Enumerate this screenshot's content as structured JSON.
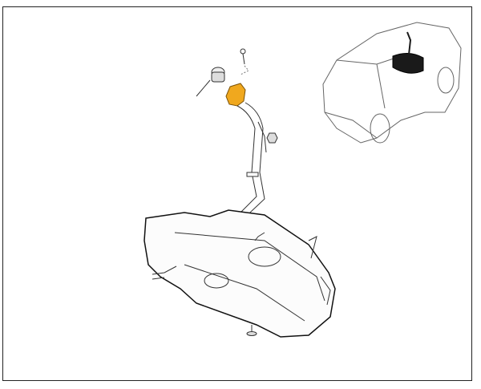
{
  "diagram": {
    "highlight_color": "#f0a81e",
    "line_color": "#333333",
    "locator_fill": "#1a1a1a",
    "parts": [
      "fuel-cap",
      "filler-neck-housing",
      "screw",
      "filler-pipe",
      "nut",
      "fuel-tank",
      "mounting-bolt",
      "car-locator"
    ]
  }
}
